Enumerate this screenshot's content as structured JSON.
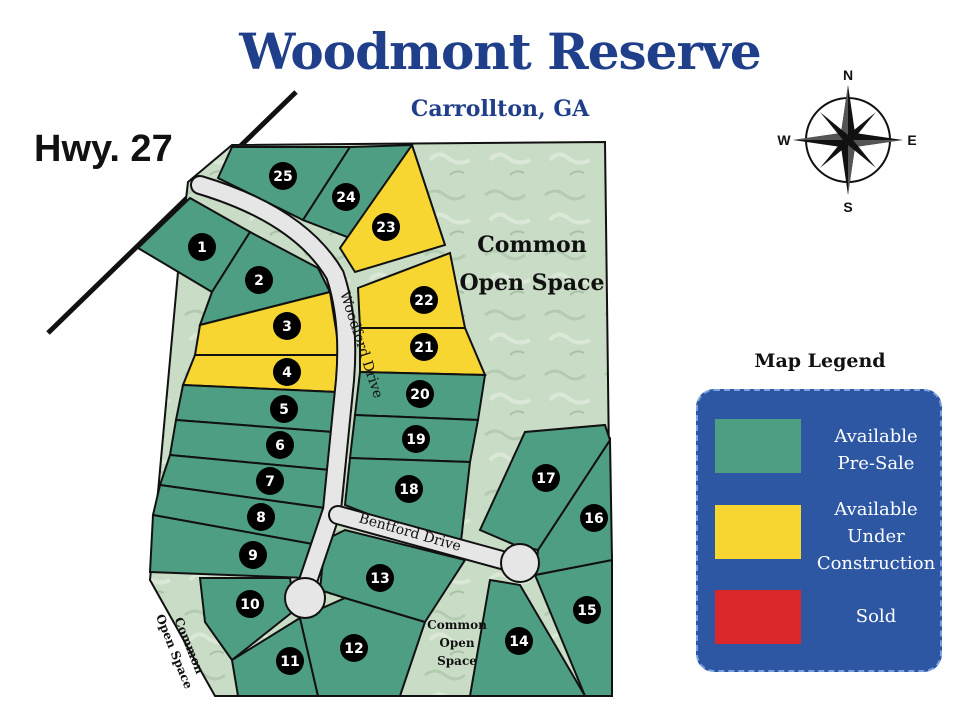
{
  "title": "Woodmont Reserve",
  "subtitle": "Carrollton, GA",
  "highway_label": "Hwy. 27",
  "compass": {
    "n": "N",
    "s": "S",
    "e": "E",
    "w": "W"
  },
  "streets": {
    "woodford": "Woodford Drive",
    "bentford": "Bentford Drive"
  },
  "open_space": {
    "main": [
      "Common",
      "Open Space"
    ],
    "center": [
      "Common",
      "Open",
      "Space"
    ],
    "left": [
      "Common",
      "Open Space"
    ]
  },
  "colors": {
    "available_presale": "#4e9e83",
    "under_construction": "#f7d632",
    "sold": "#d9272a",
    "title": "#1f3f8a",
    "legend_bg": "#2d57a3",
    "open_space": "#c9dcc5"
  },
  "legend": {
    "title": "Map Legend",
    "items": [
      {
        "lines": [
          "Available",
          "Pre-Sale"
        ],
        "status": "available_presale"
      },
      {
        "lines": [
          "Available",
          "Under",
          "Construction"
        ],
        "status": "under_construction"
      },
      {
        "lines": [
          "Sold"
        ],
        "status": "sold"
      }
    ]
  },
  "lots": [
    {
      "number": "1",
      "status": "available_presale"
    },
    {
      "number": "2",
      "status": "available_presale"
    },
    {
      "number": "3",
      "status": "under_construction"
    },
    {
      "number": "4",
      "status": "under_construction"
    },
    {
      "number": "5",
      "status": "available_presale"
    },
    {
      "number": "6",
      "status": "available_presale"
    },
    {
      "number": "7",
      "status": "available_presale"
    },
    {
      "number": "8",
      "status": "available_presale"
    },
    {
      "number": "9",
      "status": "available_presale"
    },
    {
      "number": "10",
      "status": "available_presale"
    },
    {
      "number": "11",
      "status": "available_presale"
    },
    {
      "number": "12",
      "status": "available_presale"
    },
    {
      "number": "13",
      "status": "available_presale"
    },
    {
      "number": "14",
      "status": "available_presale"
    },
    {
      "number": "15",
      "status": "available_presale"
    },
    {
      "number": "16",
      "status": "available_presale"
    },
    {
      "number": "17",
      "status": "available_presale"
    },
    {
      "number": "18",
      "status": "available_presale"
    },
    {
      "number": "19",
      "status": "available_presale"
    },
    {
      "number": "20",
      "status": "available_presale"
    },
    {
      "number": "21",
      "status": "under_construction"
    },
    {
      "number": "22",
      "status": "under_construction"
    },
    {
      "number": "23",
      "status": "under_construction"
    },
    {
      "number": "24",
      "status": "available_presale"
    },
    {
      "number": "25",
      "status": "available_presale"
    }
  ]
}
